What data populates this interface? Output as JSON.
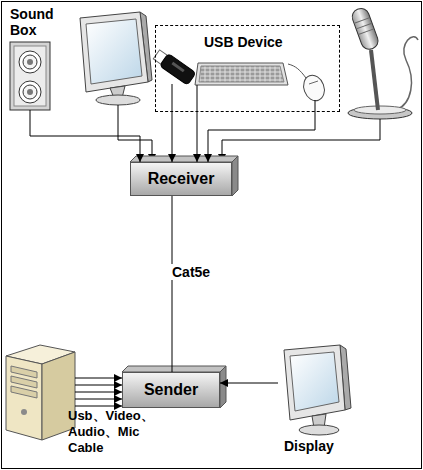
{
  "diagram": {
    "nodes": [
      {
        "text": [
          "Sound Box"
        ]
      },
      {
        "text": [
          "USB Device"
        ]
      },
      {
        "text": [
          "Receiver"
        ]
      },
      {
        "text": [
          "Sender"
        ]
      },
      {
        "text": [
          "Display"
        ]
      }
    ],
    "edges": [
      {
        "from": 0,
        "to": 2,
        "arrow": "to"
      },
      {
        "from": 1,
        "to": 2,
        "arrow": "to"
      },
      {
        "from": 1,
        "to": 2,
        "arrow": "to"
      },
      {
        "from": 1,
        "to": 2,
        "arrow": "to"
      },
      {
        "from": 2,
        "to": 3,
        "label": "Cat5e",
        "arrow": "none"
      },
      {
        "from": 4,
        "to": 3,
        "arrow": "to"
      }
    ],
    "labels": [
      "Usb、Video、 Audio、Mic Cable"
    ]
  }
}
